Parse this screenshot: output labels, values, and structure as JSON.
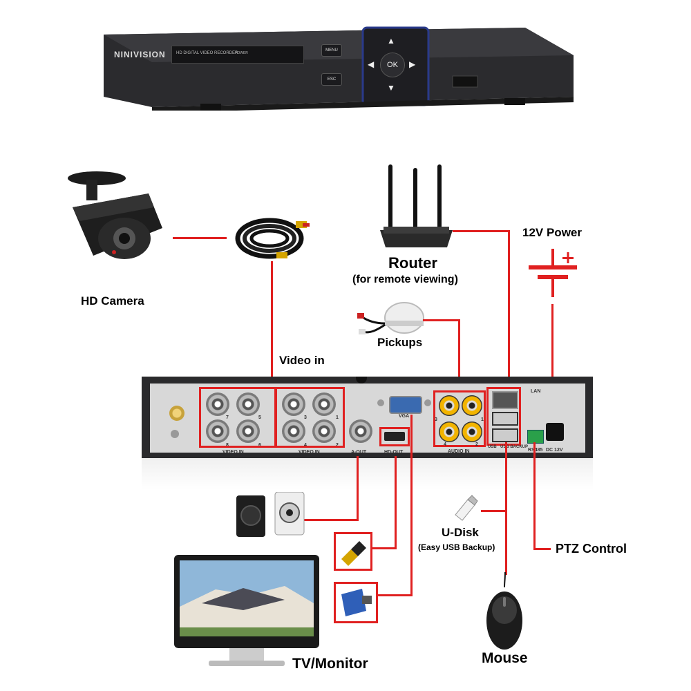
{
  "dvr_front": {
    "brand": "NINIVISION",
    "model_text": "HD DIGITAL VIDEO RECORDER",
    "power_text": "POWER",
    "menu_btn": "MENU",
    "esc_btn": "ESC",
    "ok_btn": "OK"
  },
  "labels": {
    "hd_camera": "HD Camera",
    "video_in": "Video in",
    "router": "Router",
    "router_sub": "(for remote viewing)",
    "power": "12V Power",
    "pickups": "Pickups",
    "udisk": "U-Disk",
    "udisk_sub": "(Easy USB Backup)",
    "ptz": "PTZ Control",
    "tv": "TV/Monitor",
    "mouse": "Mouse"
  },
  "dvr_back": {
    "video_in_1": "VIDEO IN",
    "video_in_2": "VIDEO IN",
    "aout": "A-OUT",
    "hdout": "HD-OUT",
    "vga": "VGA",
    "audio_in": "AUDIO IN",
    "lan": "LAN",
    "usb": "USB",
    "usb_backup": "USB BACKUP",
    "rs485": "RS485",
    "dc12v": "DC 12V",
    "ch": [
      "7",
      "5",
      "8",
      "6",
      "3",
      "1",
      "4",
      "2"
    ],
    "audio_ch": [
      "3",
      "1",
      "4",
      "2"
    ]
  },
  "colors": {
    "wire": "#e02020",
    "device_body": "#2a2a2c",
    "panel": "#d9d9d9"
  }
}
